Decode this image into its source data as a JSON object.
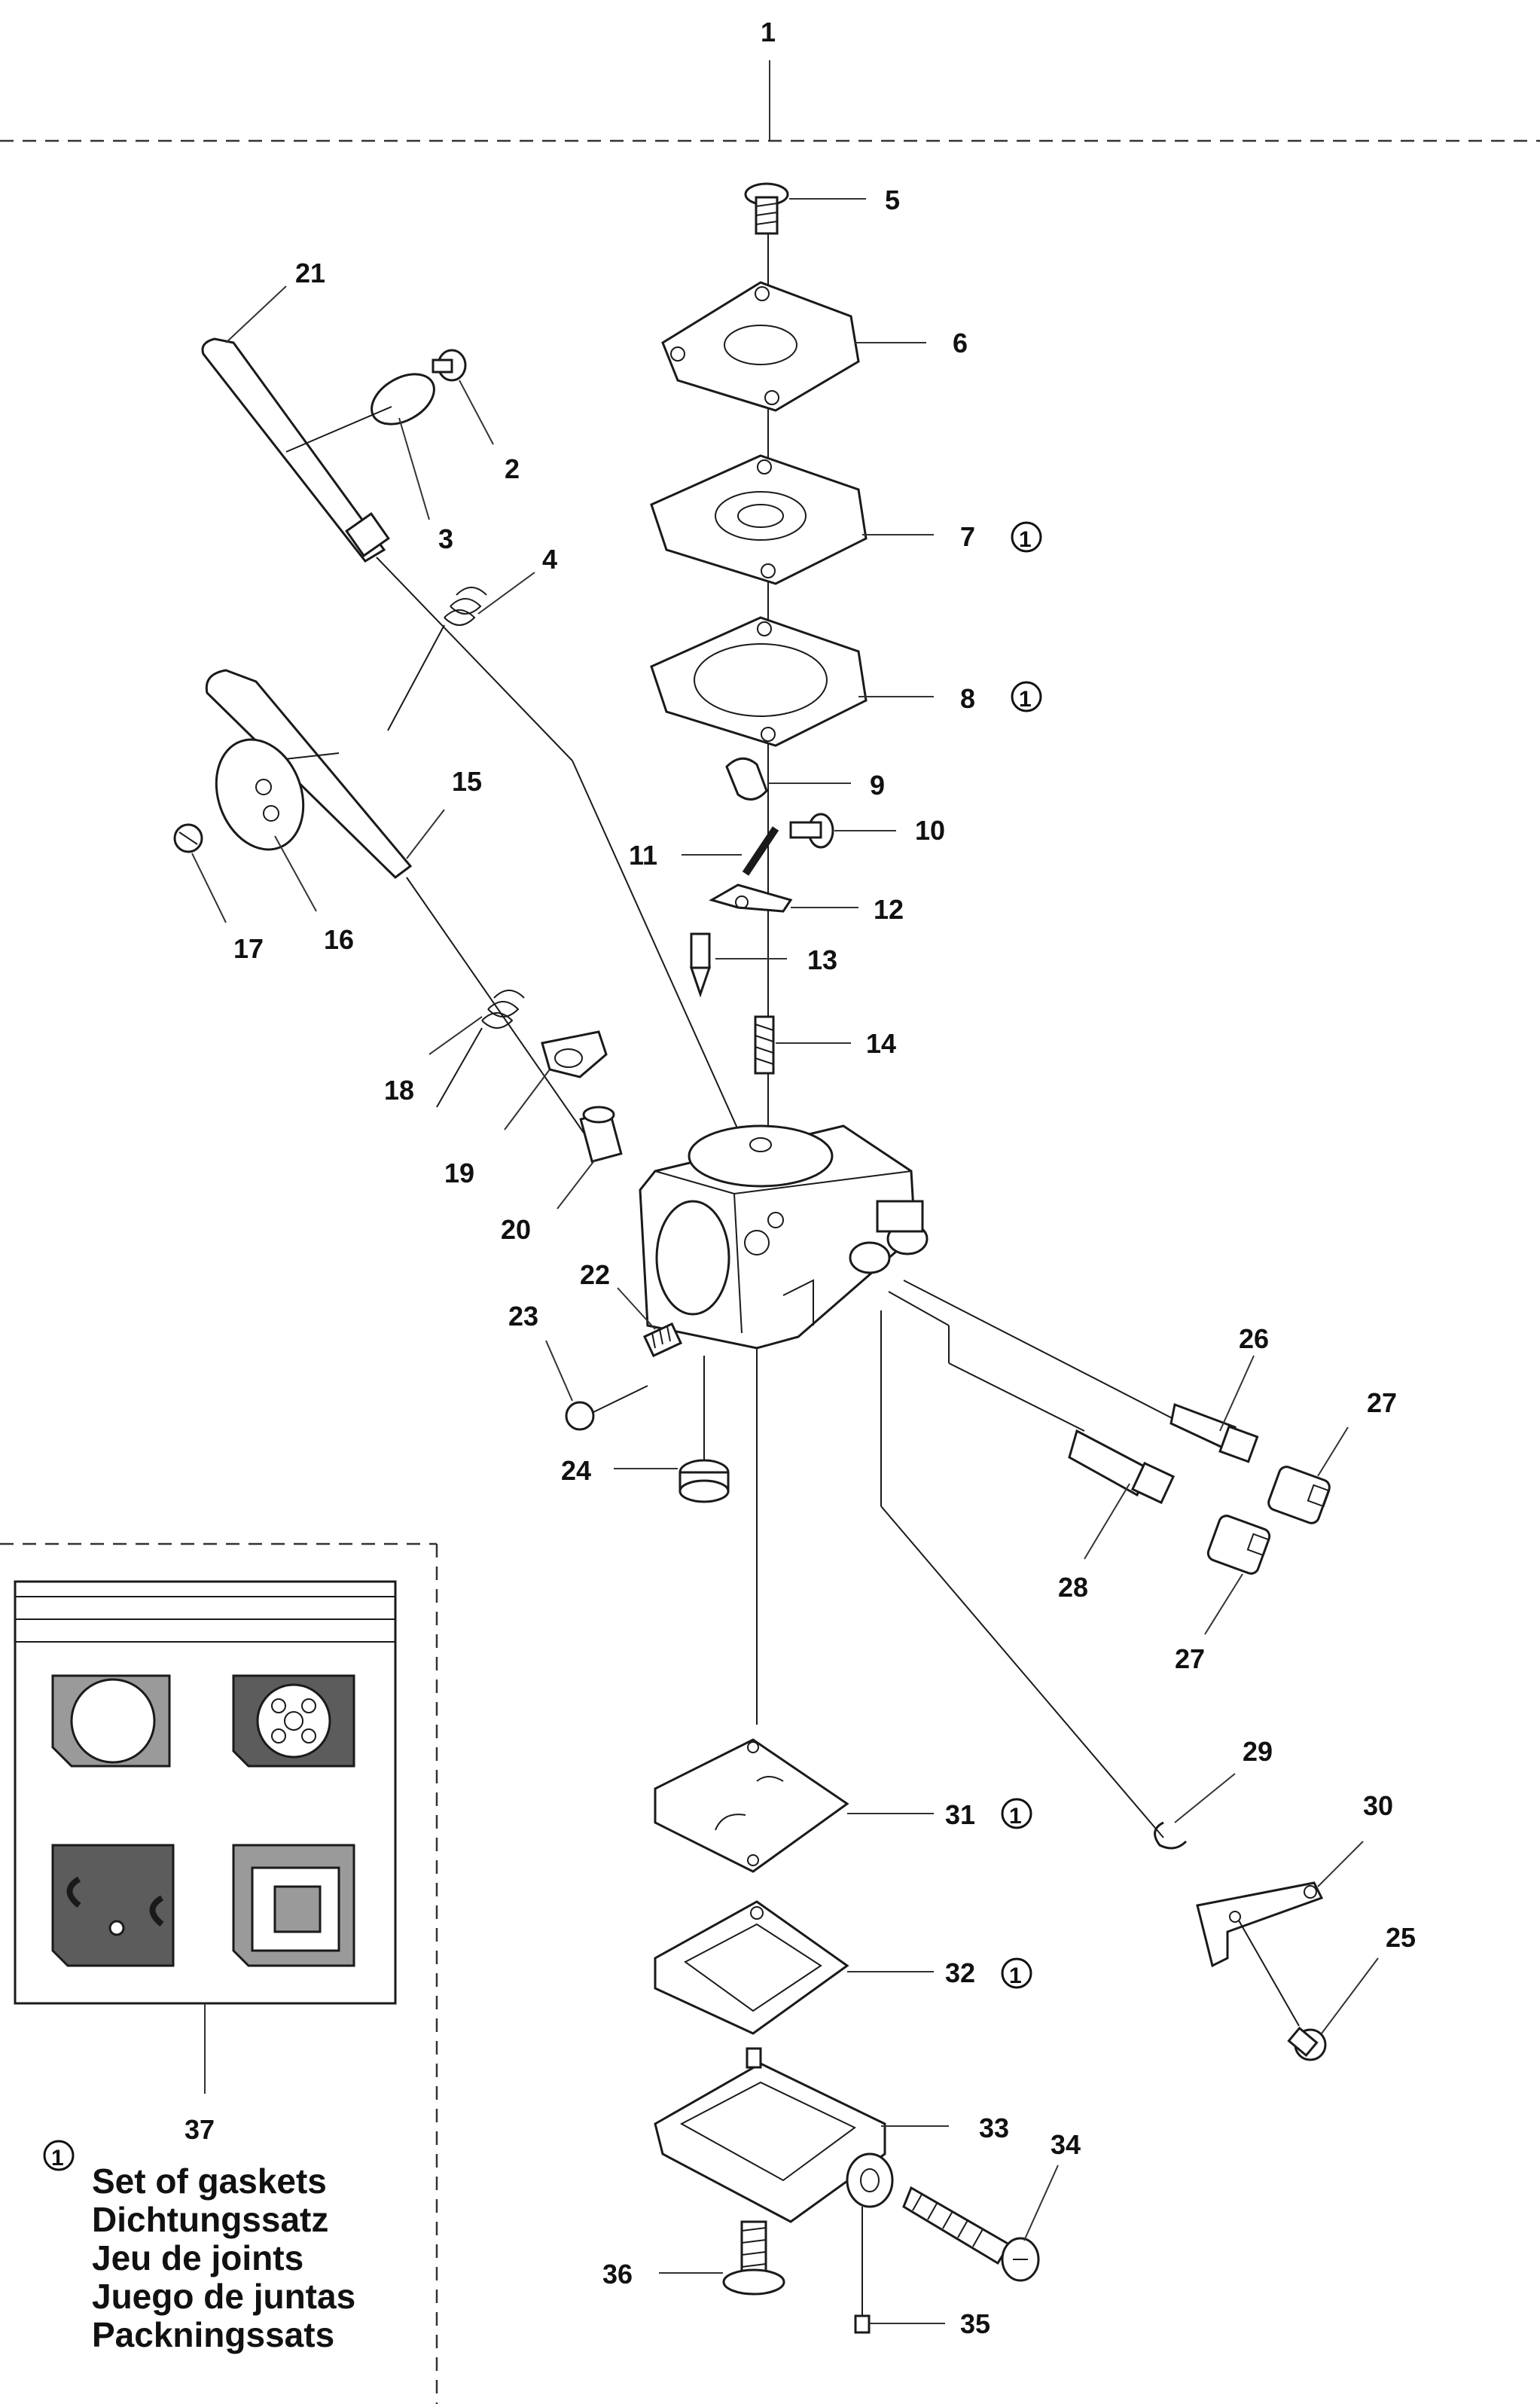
{
  "labels": {
    "l1": "1",
    "l2": "2",
    "l3": "3",
    "l4": "4",
    "l5": "5",
    "l6": "6",
    "l7": "7",
    "l8": "8",
    "l9": "9",
    "l10": "10",
    "l11": "11",
    "l12": "12",
    "l13": "13",
    "l14": "14",
    "l15": "15",
    "l16": "16",
    "l17": "17",
    "l18": "18",
    "l19": "19",
    "l20": "20",
    "l21": "21",
    "l22": "22",
    "l23": "23",
    "l24": "24",
    "l25": "25",
    "l26": "26",
    "l27a": "27",
    "l27b": "27",
    "l28": "28",
    "l29": "29",
    "l30": "30",
    "l31": "31",
    "l32": "32",
    "l33": "33",
    "l34": "34",
    "l35": "35",
    "l36": "36",
    "l37": "37"
  },
  "kit_marker": "1",
  "legend": {
    "lines": [
      "Set of gaskets",
      "Dichtungssatz",
      "Jeu de joints",
      "Juego de juntas",
      "Packningssats"
    ]
  }
}
